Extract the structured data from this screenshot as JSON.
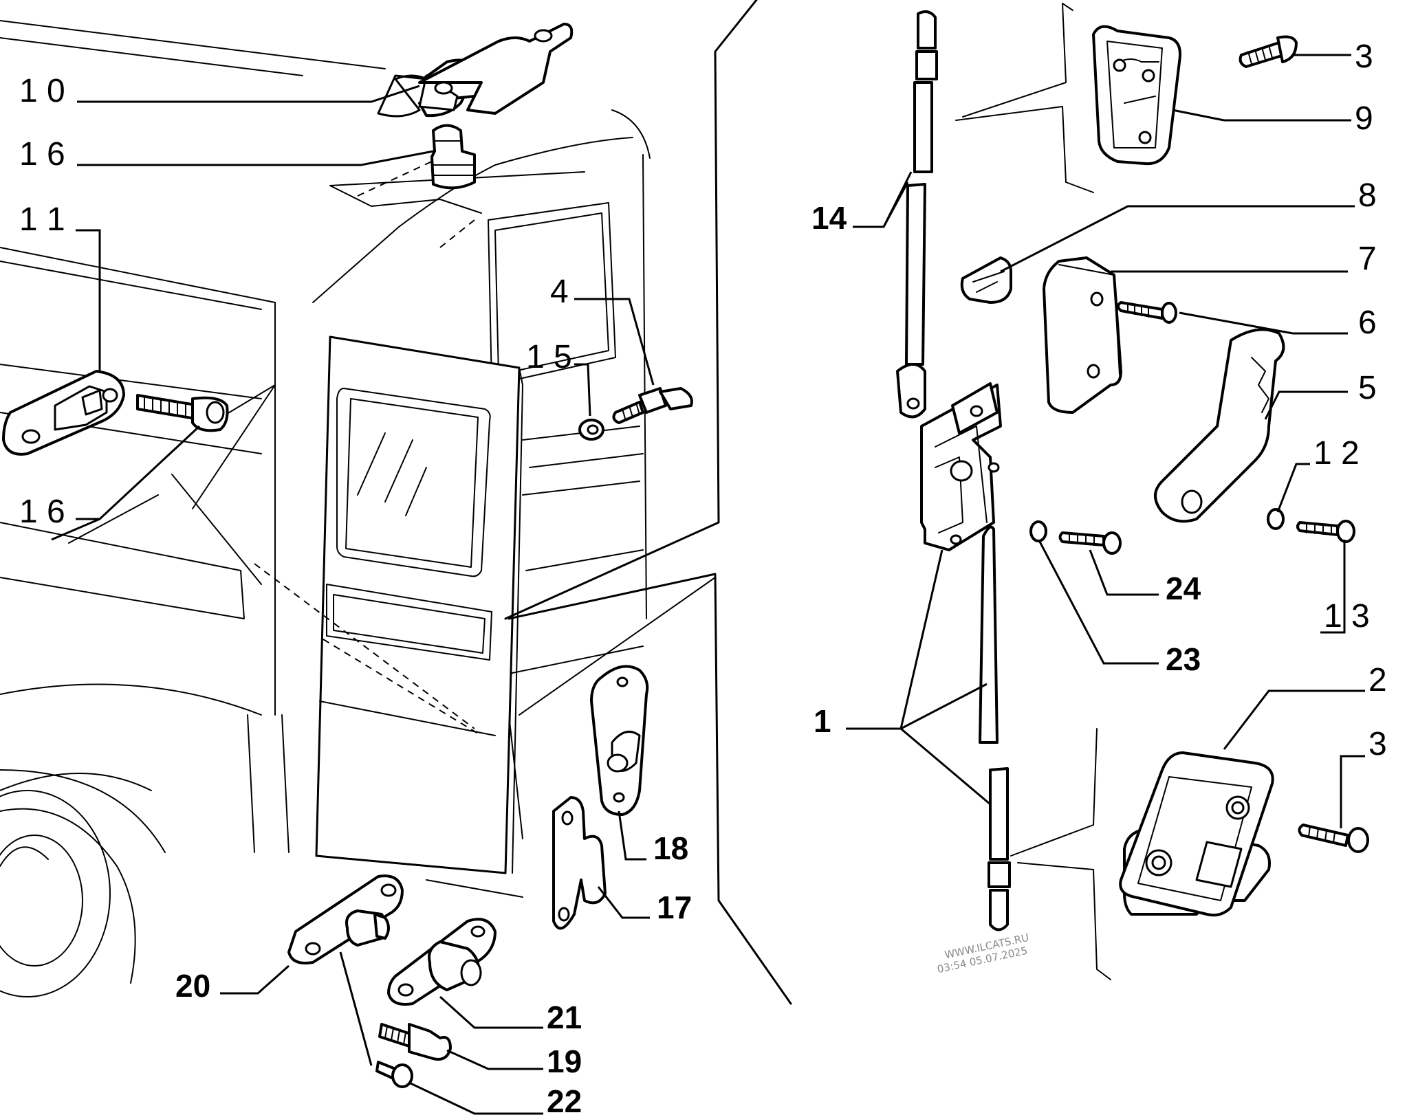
{
  "callouts": {
    "c10": "1 0",
    "c16a": "1 6",
    "c11": "1 1",
    "c16b": "1 6",
    "c4": "4",
    "c15": "1 5",
    "c14": "14",
    "c1": "1",
    "c3a": "3",
    "c9": "9",
    "c8": "8",
    "c7": "7",
    "c6": "6",
    "c5": "5",
    "c12": "1 2",
    "c24": "24",
    "c13": "1 3",
    "c23": "23",
    "c2": "2",
    "c3b": "3",
    "c18": "18",
    "c17": "17",
    "c20": "20",
    "c21": "21",
    "c19": "19",
    "c22": "22"
  },
  "watermark": {
    "line1": "WWW.ILCATS.RU",
    "line2": "03:54 05.07.2025"
  }
}
